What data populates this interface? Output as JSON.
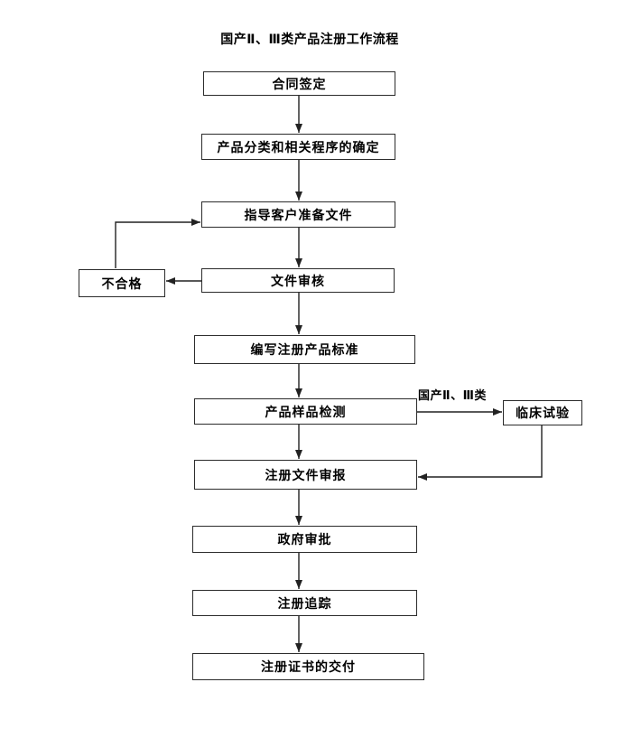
{
  "title": "国产Ⅱ、Ⅲ类产品注册工作流程",
  "flowchart": {
    "nodes": [
      {
        "id": "contract",
        "label": "合同签定"
      },
      {
        "id": "classification",
        "label": "产品分类和相关程序的确定"
      },
      {
        "id": "guide",
        "label": "指导客户准备文件"
      },
      {
        "id": "review",
        "label": "文件审核"
      },
      {
        "id": "unqualified",
        "label": "不合格"
      },
      {
        "id": "standard",
        "label": "编写注册产品标准"
      },
      {
        "id": "testing",
        "label": "产品样品检测"
      },
      {
        "id": "clinical",
        "label": "临床试验"
      },
      {
        "id": "submission",
        "label": "注册文件审报"
      },
      {
        "id": "approval",
        "label": "政府审批"
      },
      {
        "id": "tracking",
        "label": "注册追踪"
      },
      {
        "id": "delivery",
        "label": "注册证书的交付"
      }
    ],
    "edges": [
      {
        "from": "合同签定",
        "to": "产品分类和相关程序的确定"
      },
      {
        "from": "产品分类和相关程序的确定",
        "to": "指导客户准备文件"
      },
      {
        "from": "指导客户准备文件",
        "to": "文件审核"
      },
      {
        "from": "文件审核",
        "to": "编写注册产品标准"
      },
      {
        "from": "文件审核",
        "to": "不合格"
      },
      {
        "from": "不合格",
        "to": "指导客户准备文件"
      },
      {
        "from": "编写注册产品标准",
        "to": "产品样品检测"
      },
      {
        "from": "产品样品检测",
        "to": "注册文件审报"
      },
      {
        "from": "产品样品检测",
        "to": "临床试验",
        "label": "国产Ⅱ、Ⅲ类"
      },
      {
        "from": "临床试验",
        "to": "注册文件审报"
      },
      {
        "from": "注册文件审报",
        "to": "政府审批"
      },
      {
        "from": "政府审批",
        "to": "注册追踪"
      },
      {
        "from": "注册追踪",
        "to": "注册证书的交付"
      }
    ]
  },
  "colors": {
    "background": "#ffffff",
    "line": "#222222",
    "box_border": "#2b2b2b",
    "text": "#000000"
  }
}
